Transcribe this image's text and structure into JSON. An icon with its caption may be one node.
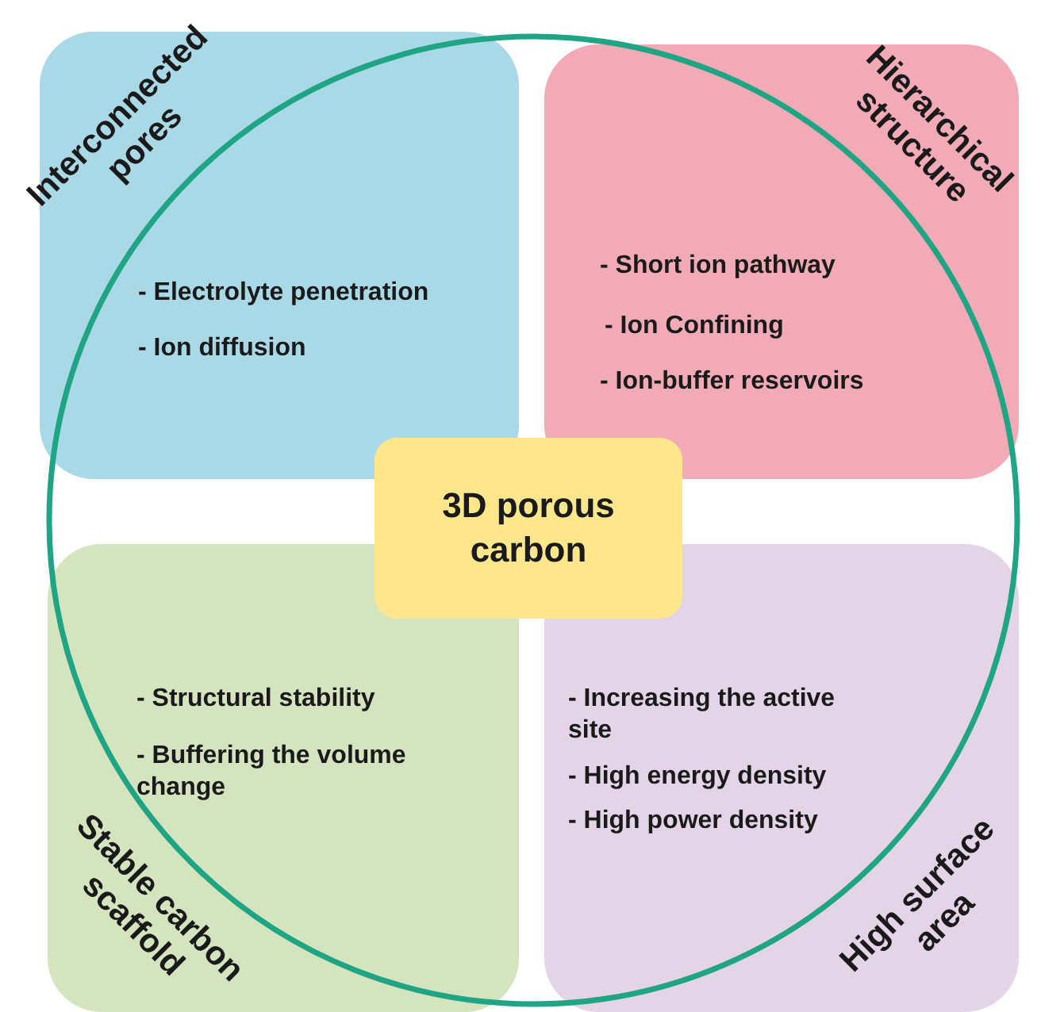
{
  "diagram": {
    "nodes": [
      {
        "text": [
          "Interconnected pores",
          "- Electrolyte penetration",
          "- Ion diffusion"
        ]
      },
      {
        "text": [
          "Hierarchical structure",
          "- Short ion pathway",
          "- Ion Confining",
          "- Ion-buffer reservoirs"
        ]
      },
      {
        "text": [
          "3D porous carbon"
        ]
      },
      {
        "text": [
          "Stable carbon scaffold",
          "- Structural stability",
          "- Buffering the volume change"
        ]
      },
      {
        "text": [
          "High surface area",
          "- Increasing the active site",
          "- High energy density",
          "- High power density"
        ]
      }
    ]
  }
}
